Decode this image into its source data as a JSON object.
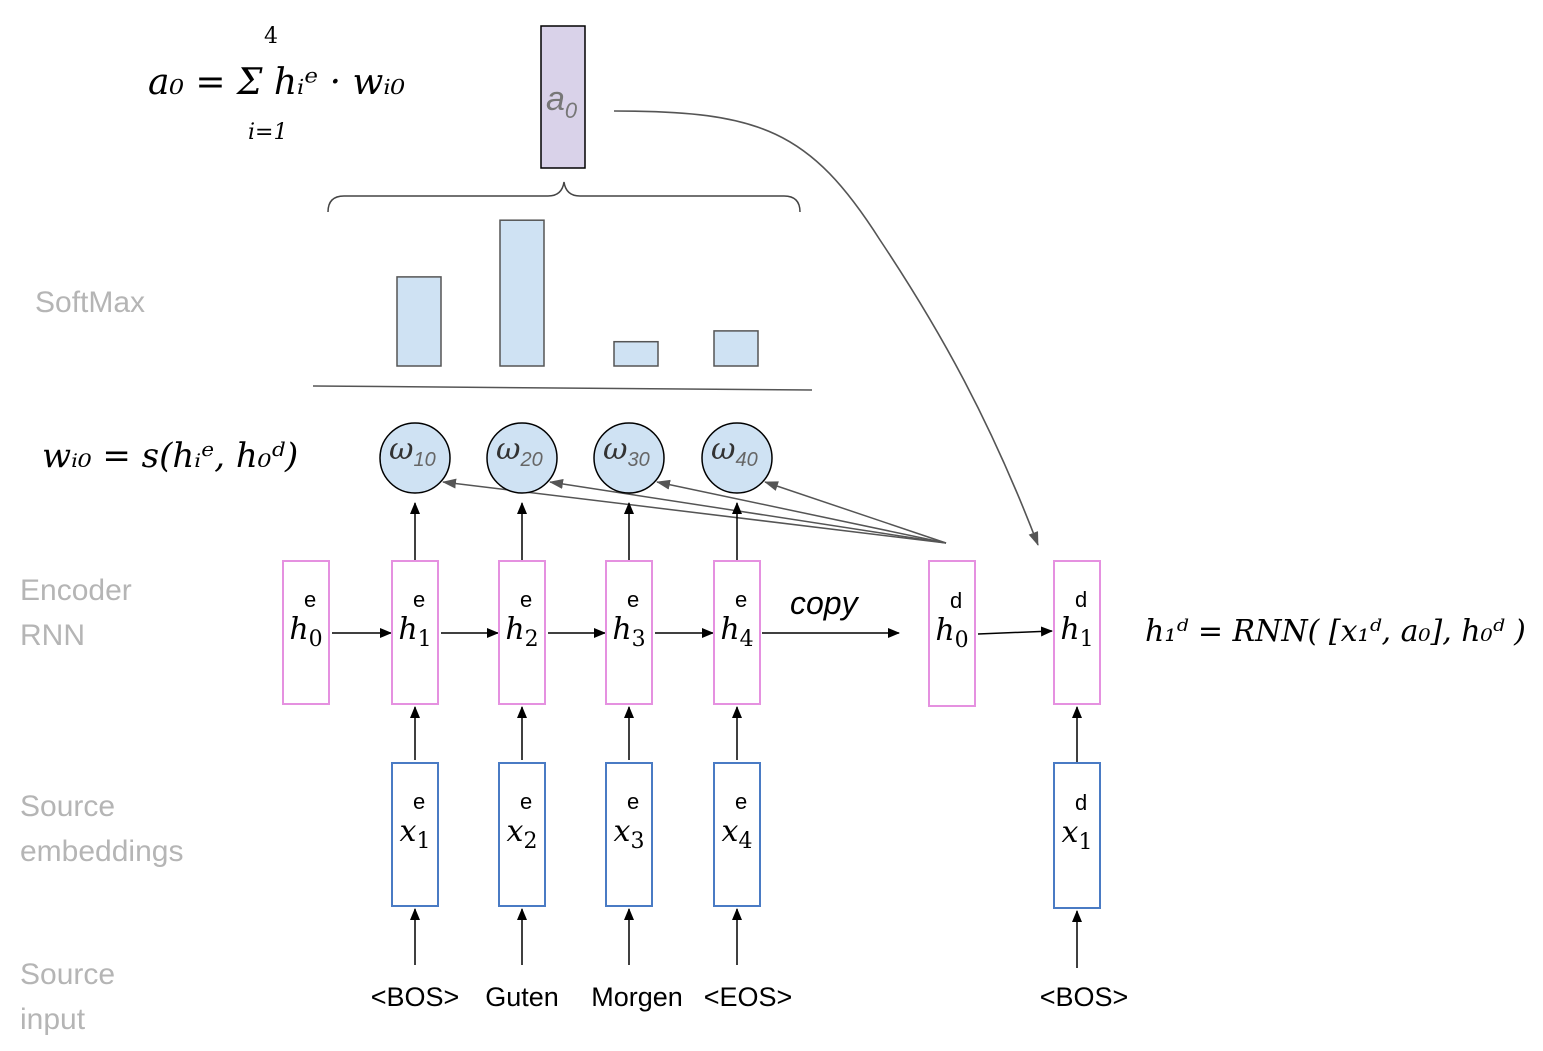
{
  "row_labels": {
    "softmax": "SoftMax",
    "encoder": "Encoder\nRNN",
    "embeddings": "Source\nembeddings",
    "input": "Source\ninput"
  },
  "tokens": {
    "source": [
      "<BOS>",
      "Guten",
      "Morgen",
      "<EOS>"
    ],
    "target": [
      "<BOS>"
    ]
  },
  "encoder_states": [
    {
      "base": "h",
      "sub": "0",
      "sup": "e"
    },
    {
      "base": "h",
      "sub": "1",
      "sup": "e"
    },
    {
      "base": "h",
      "sub": "2",
      "sup": "e"
    },
    {
      "base": "h",
      "sub": "3",
      "sup": "e"
    },
    {
      "base": "h",
      "sub": "4",
      "sup": "e"
    }
  ],
  "decoder_states": [
    {
      "base": "h",
      "sub": "0",
      "sup": "d"
    },
    {
      "base": "h",
      "sub": "1",
      "sup": "d"
    }
  ],
  "source_embeddings": [
    {
      "base": "x",
      "sub": "1",
      "sup": "e"
    },
    {
      "base": "x",
      "sub": "2",
      "sup": "e"
    },
    {
      "base": "x",
      "sub": "3",
      "sup": "e"
    },
    {
      "base": "x",
      "sub": "4",
      "sup": "e"
    }
  ],
  "target_embeddings": [
    {
      "base": "x",
      "sub": "1",
      "sup": "d"
    }
  ],
  "copy_label": "copy",
  "weights": [
    {
      "symbol": "ω",
      "sub": "10"
    },
    {
      "symbol": "ω",
      "sub": "20"
    },
    {
      "symbol": "ω",
      "sub": "30"
    },
    {
      "symbol": "ω",
      "sub": "40"
    }
  ],
  "context": {
    "symbol": "a",
    "sub": "0"
  },
  "formulas": {
    "context": "a₀ = Σ hᵢᵉ · wᵢ₀",
    "context_sum_top": "4",
    "context_sum_bottom": "i=1",
    "weight": "wᵢ₀ = s(hᵢᵉ, h₀ᵈ)",
    "decoder": "h₁ᵈ = RNN( [x₁ᵈ, a₀], h₀ᵈ )"
  },
  "chart_data": {
    "type": "bar",
    "categories": [
      "ω10",
      "ω20",
      "ω30",
      "ω40"
    ],
    "values": [
      0.33,
      0.54,
      0.09,
      0.13
    ]
  },
  "colors": {
    "encoder_border": "#e591e0",
    "embedding_border": "#4a7bc4",
    "bar_fill": "#cfe2f3",
    "context_fill": "#d9d2e9",
    "label_gray": "#b5b5b5"
  }
}
